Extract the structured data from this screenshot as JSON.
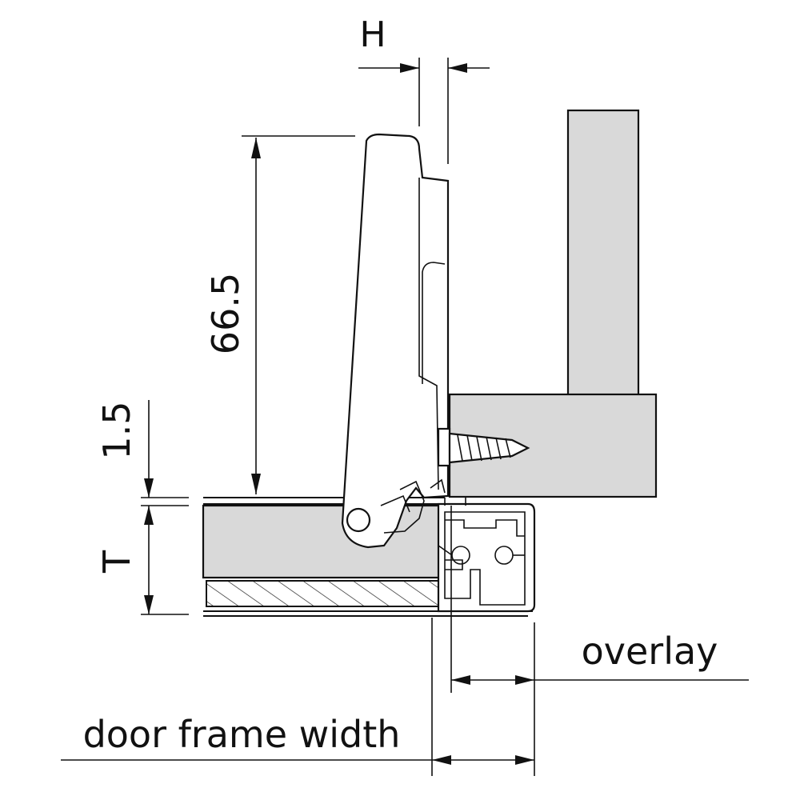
{
  "labels": {
    "H": "H",
    "hinge_height": "66.5",
    "gap": "1.5",
    "thickness": "T",
    "overlay": "overlay",
    "door_frame_width": "door frame width"
  },
  "colors": {
    "line": "#111111",
    "material_fill": "#d9d9d9",
    "background": "#ffffff"
  }
}
